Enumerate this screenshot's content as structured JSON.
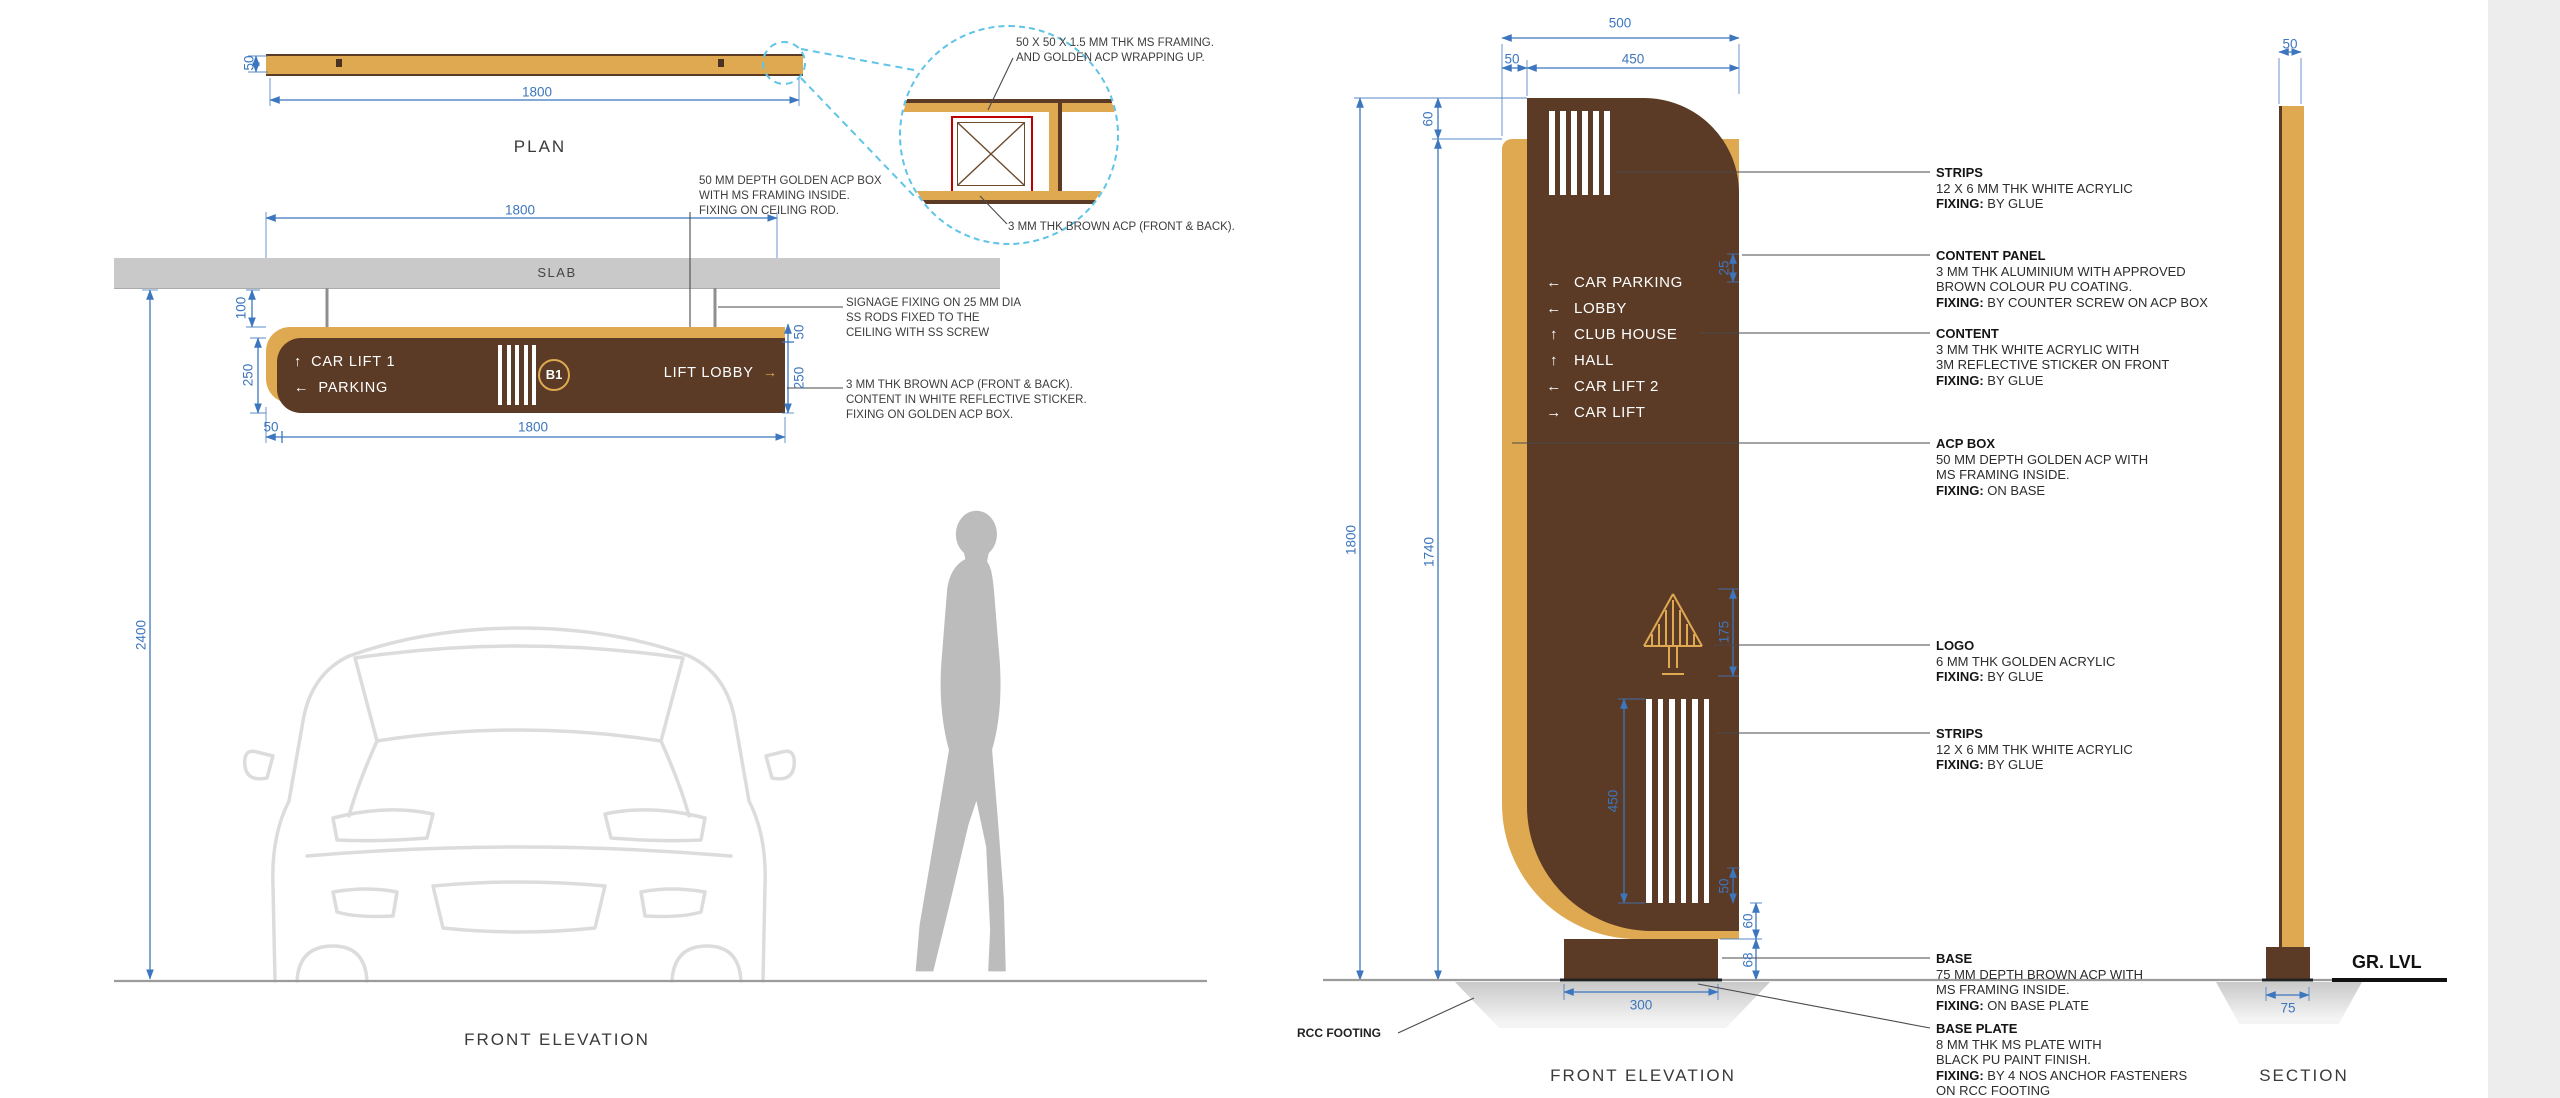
{
  "colors": {
    "gold": "#DFA951",
    "brown": "#5B3A26",
    "dim_blue": "#3C76BE",
    "detail_cyan": "#5FC4E8",
    "highlight_red": "#C00000",
    "slab_gray": "#C9C9C9"
  },
  "labels": {
    "plan": "PLAN",
    "front_elevation_left": "FRONT ELEVATION",
    "front_elevation_right": "FRONT ELEVATION",
    "section": "SECTION",
    "slab": "SLAB",
    "gr_lvl": "GR. LVL",
    "rcc_footing": "RCC FOOTING",
    "fixing": "FIXING:"
  },
  "plan_detail": {
    "framing_note": "50 X 50 X 1.5 MM THK MS FRAMING.\nAND GOLDEN ACP WRAPPING UP.",
    "acp_note": "3 MM THK BROWN ACP (FRONT & BACK)."
  },
  "ceiling_sign": {
    "notes": {
      "acp_box": "50 MM DEPTH GOLDEN ACP BOX\nWITH MS FRAMING INSIDE.\nFIXING ON CEILING ROD.",
      "rods": "SIGNAGE FIXING ON 25 MM DIA\nSS RODS FIXED TO THE\nCEILING WITH SS SCREW",
      "content": "3 MM THK BROWN ACP (FRONT & BACK).\nCONTENT IN WHITE REFLECTIVE STICKER.\nFIXING ON GOLDEN ACP BOX."
    },
    "items": [
      {
        "arrow": "↑",
        "label": "CAR LIFT 1"
      },
      {
        "arrow": "←",
        "label": "PARKING"
      }
    ],
    "badge": "B1",
    "right_item": {
      "label": "LIFT LOBBY",
      "arrow": "→"
    }
  },
  "totem": {
    "directory": [
      {
        "arrow": "←",
        "label": "CAR PARKING"
      },
      {
        "arrow": "←",
        "label": "LOBBY"
      },
      {
        "arrow": "↑",
        "label": "CLUB HOUSE"
      },
      {
        "arrow": "↑",
        "label": "HALL"
      },
      {
        "arrow": "←",
        "label": "CAR LIFT 2"
      },
      {
        "arrow": "→",
        "label": "CAR LIFT"
      }
    ],
    "annotations": [
      {
        "title": "STRIPS",
        "body": "12 X 6 MM THK WHITE ACRYLIC",
        "fixing": "BY GLUE"
      },
      {
        "title": "CONTENT PANEL",
        "body": "3 MM THK ALUMINIUM WITH APPROVED\nBROWN COLOUR PU COATING.",
        "fixing": "BY COUNTER SCREW ON ACP BOX"
      },
      {
        "title": "CONTENT",
        "body": "3 MM THK WHITE ACRYLIC WITH\n3M REFLECTIVE STICKER ON FRONT",
        "fixing": "BY GLUE"
      },
      {
        "title": "ACP BOX",
        "body": "50 MM DEPTH GOLDEN ACP WITH\nMS FRAMING INSIDE.",
        "fixing": "ON BASE"
      },
      {
        "title": "LOGO",
        "body": "6 MM THK GOLDEN ACRYLIC",
        "fixing": "BY GLUE"
      },
      {
        "title": "STRIPS",
        "body": "12 X 6 MM THK WHITE ACRYLIC",
        "fixing": "BY GLUE"
      },
      {
        "title": "BASE",
        "body": "75 MM DEPTH BROWN ACP WITH\nMS FRAMING INSIDE.",
        "fixing": "ON BASE PLATE"
      },
      {
        "title": "BASE PLATE",
        "body": "8 MM THK MS PLATE WITH\nBLACK PU PAINT FINISH.",
        "fixing": "BY 4 NOS ANCHOR FASTENERS\nON RCC FOOTING"
      }
    ]
  },
  "dims": {
    "plan_h": "50",
    "plan_w": "1800",
    "elev_top_w": "1800",
    "rod_len": "100",
    "sign_h_left": "250",
    "sign_50_right": "50",
    "sign_250_right": "250",
    "sign_50_bottom": "50",
    "sign_w": "1800",
    "elev_total_h": "2400",
    "totem_w": "500",
    "totem_gold_w": "50",
    "totem_panel_w": "450",
    "totem_top_offset": "60",
    "totem_h": "1800",
    "totem_inner_h": "1740",
    "content_offset": "25",
    "logo_h": "175",
    "strips_h": "450",
    "strips_offset": "50",
    "base_gap": "60",
    "base_h": "68",
    "base_w": "300",
    "section_w": "50",
    "section_base_w": "75"
  }
}
